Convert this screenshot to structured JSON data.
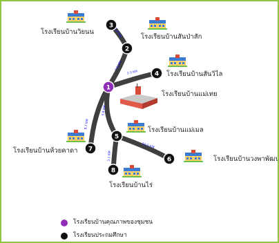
{
  "nodes": [
    {
      "id": "1",
      "label": "โรงเรียนบ้านแม่เทย",
      "color": "#8e2db5"
    },
    {
      "id": "2",
      "label": "โรงเรียนบ้านสันป่าสัก"
    },
    {
      "id": "3",
      "label": "โรงเรียนบ้านวิยนน"
    },
    {
      "id": "4",
      "label": "โรงเรียนบ้านสันวิไล"
    },
    {
      "id": "5",
      "label": "โรงเรียนบ้านแม่เมล"
    },
    {
      "id": "6",
      "label": "โรงเรียนบ้านวงพาพัฒนา"
    },
    {
      "id": "7",
      "label": "โรงเรียนบ้านห้วยคาดา"
    },
    {
      "id": "8",
      "label": "โรงเรียนบ้านไร่"
    }
  ],
  "distances": {
    "d1_2": "7.8 KM",
    "d2_3": "1.8 KM",
    "d1_4": "2.5 KM",
    "d1_5": "5.8 KM",
    "d5_6": "10.5 KM",
    "d1_7": "8.7 KM",
    "d5_8": "3.1 KM"
  },
  "legend": [
    {
      "label": "โรงเรียนบ้านคุณภาพของชุมชน",
      "color": "#8e2db5"
    },
    {
      "label": "โรงเรียนประถมศึกษา",
      "color": "#000000"
    }
  ]
}
